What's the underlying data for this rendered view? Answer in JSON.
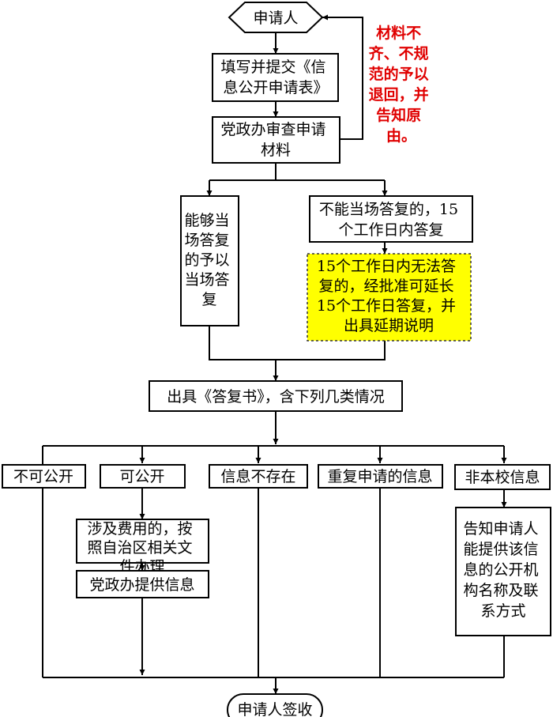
{
  "nodes": {
    "applicant": [
      "申请人"
    ],
    "fill_form": [
      "填写并提交《信",
      "息公开申请表》"
    ],
    "review": [
      "党政办审查申请",
      "材料"
    ],
    "reply_now": [
      "能够当",
      "场答复",
      "的予以",
      "当场答",
      "复"
    ],
    "reply_15": [
      "不能当场答复的，15",
      "个工作日内答复"
    ],
    "extend": [
      "15个工作日内无法答",
      "复的，经批准可延长",
      "15个工作日答复，并",
      "出具延期说明"
    ],
    "issue_reply": [
      "出具《答复书》，含下列几类情况"
    ],
    "not_public": [
      "不可公开"
    ],
    "public": [
      "可公开"
    ],
    "not_exist": [
      "信息不存在"
    ],
    "repeat": [
      "重复申请的信息"
    ],
    "non_school": [
      "非本校信息"
    ],
    "fees": [
      "涉及费用的，按",
      "照自治区相关文",
      "件办理"
    ],
    "provide": [
      "党政办提供信息"
    ],
    "inform": [
      "告知申请人",
      "能提供该信",
      "息的公开机",
      "构名称及联",
      "系方式"
    ],
    "sign": [
      "申请人签收"
    ]
  },
  "note": [
    "材料不",
    "齐、不规",
    "范的予以",
    "退回，并",
    "告知原",
    "由。"
  ],
  "colors": {
    "note": "#e00000",
    "highlight_fill": "#ffff00",
    "stroke": "#000000"
  }
}
